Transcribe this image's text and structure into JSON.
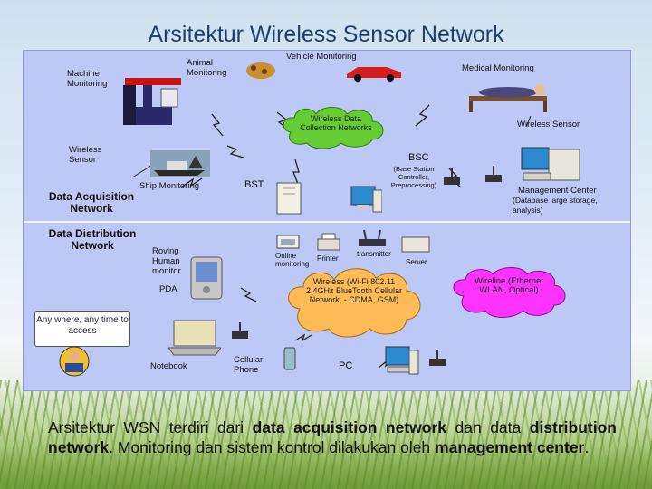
{
  "title": "Arsitektur Wireless Sensor Network",
  "diagram": {
    "sections": {
      "acquisition": "Data Acquisition Network",
      "distribution": "Data Distribution Network"
    },
    "labels": {
      "machine_monitoring": "Machine Monitoring",
      "animal_monitoring": "Animal Monitoring",
      "vehicle_monitoring": "Vehicle Monitoring",
      "medical_monitoring": "Medical Monitoring",
      "wireless_sensor_left": "Wireless Sensor",
      "wireless_sensor_right": "Wireless Sensor",
      "ship_monitoring": "Ship Monitoring",
      "bst": "BST",
      "bsc": "BSC",
      "bsc_detail": "(Base Station Controller, Preprocessing)",
      "management_center": "Management Center",
      "management_center_detail": "(Database large storage, analysis)",
      "roving_human_monitor": "Roving Human monitor",
      "pda": "PDA",
      "online_monitoring": "Online monitoring",
      "printer": "Printer",
      "transmitter": "transmitter",
      "server": "Server",
      "notebook": "Notebook",
      "cellular_phone": "Cellular Phone",
      "pc": "PC"
    },
    "clouds": {
      "data_collection": "Wireless Data Collection Networks",
      "wireless": "Wireless (Wi-Fi 802.11 2.4GHz BlueTooth Cellular Network, - CDMA, GSM)",
      "wireline": "Wireline (Ethernet WLAN, Optical)"
    },
    "callout": "Any where, any time to access"
  },
  "footer": {
    "p1": "Arsitektur WSN terdiri dari ",
    "b1": "data acquisition network",
    "p2": " dan data ",
    "b2": "distribution network",
    "p3": ". Monitoring dan sistem kontrol dilakukan oleh ",
    "b3": "management center",
    "p4": "."
  },
  "colors": {
    "title": "#1f3f73",
    "diagram_bg": "#bcc8f6",
    "cloud_green": "#66cc33",
    "cloud_orange": "#ffbb55",
    "cloud_magenta": "#ff33ff"
  }
}
